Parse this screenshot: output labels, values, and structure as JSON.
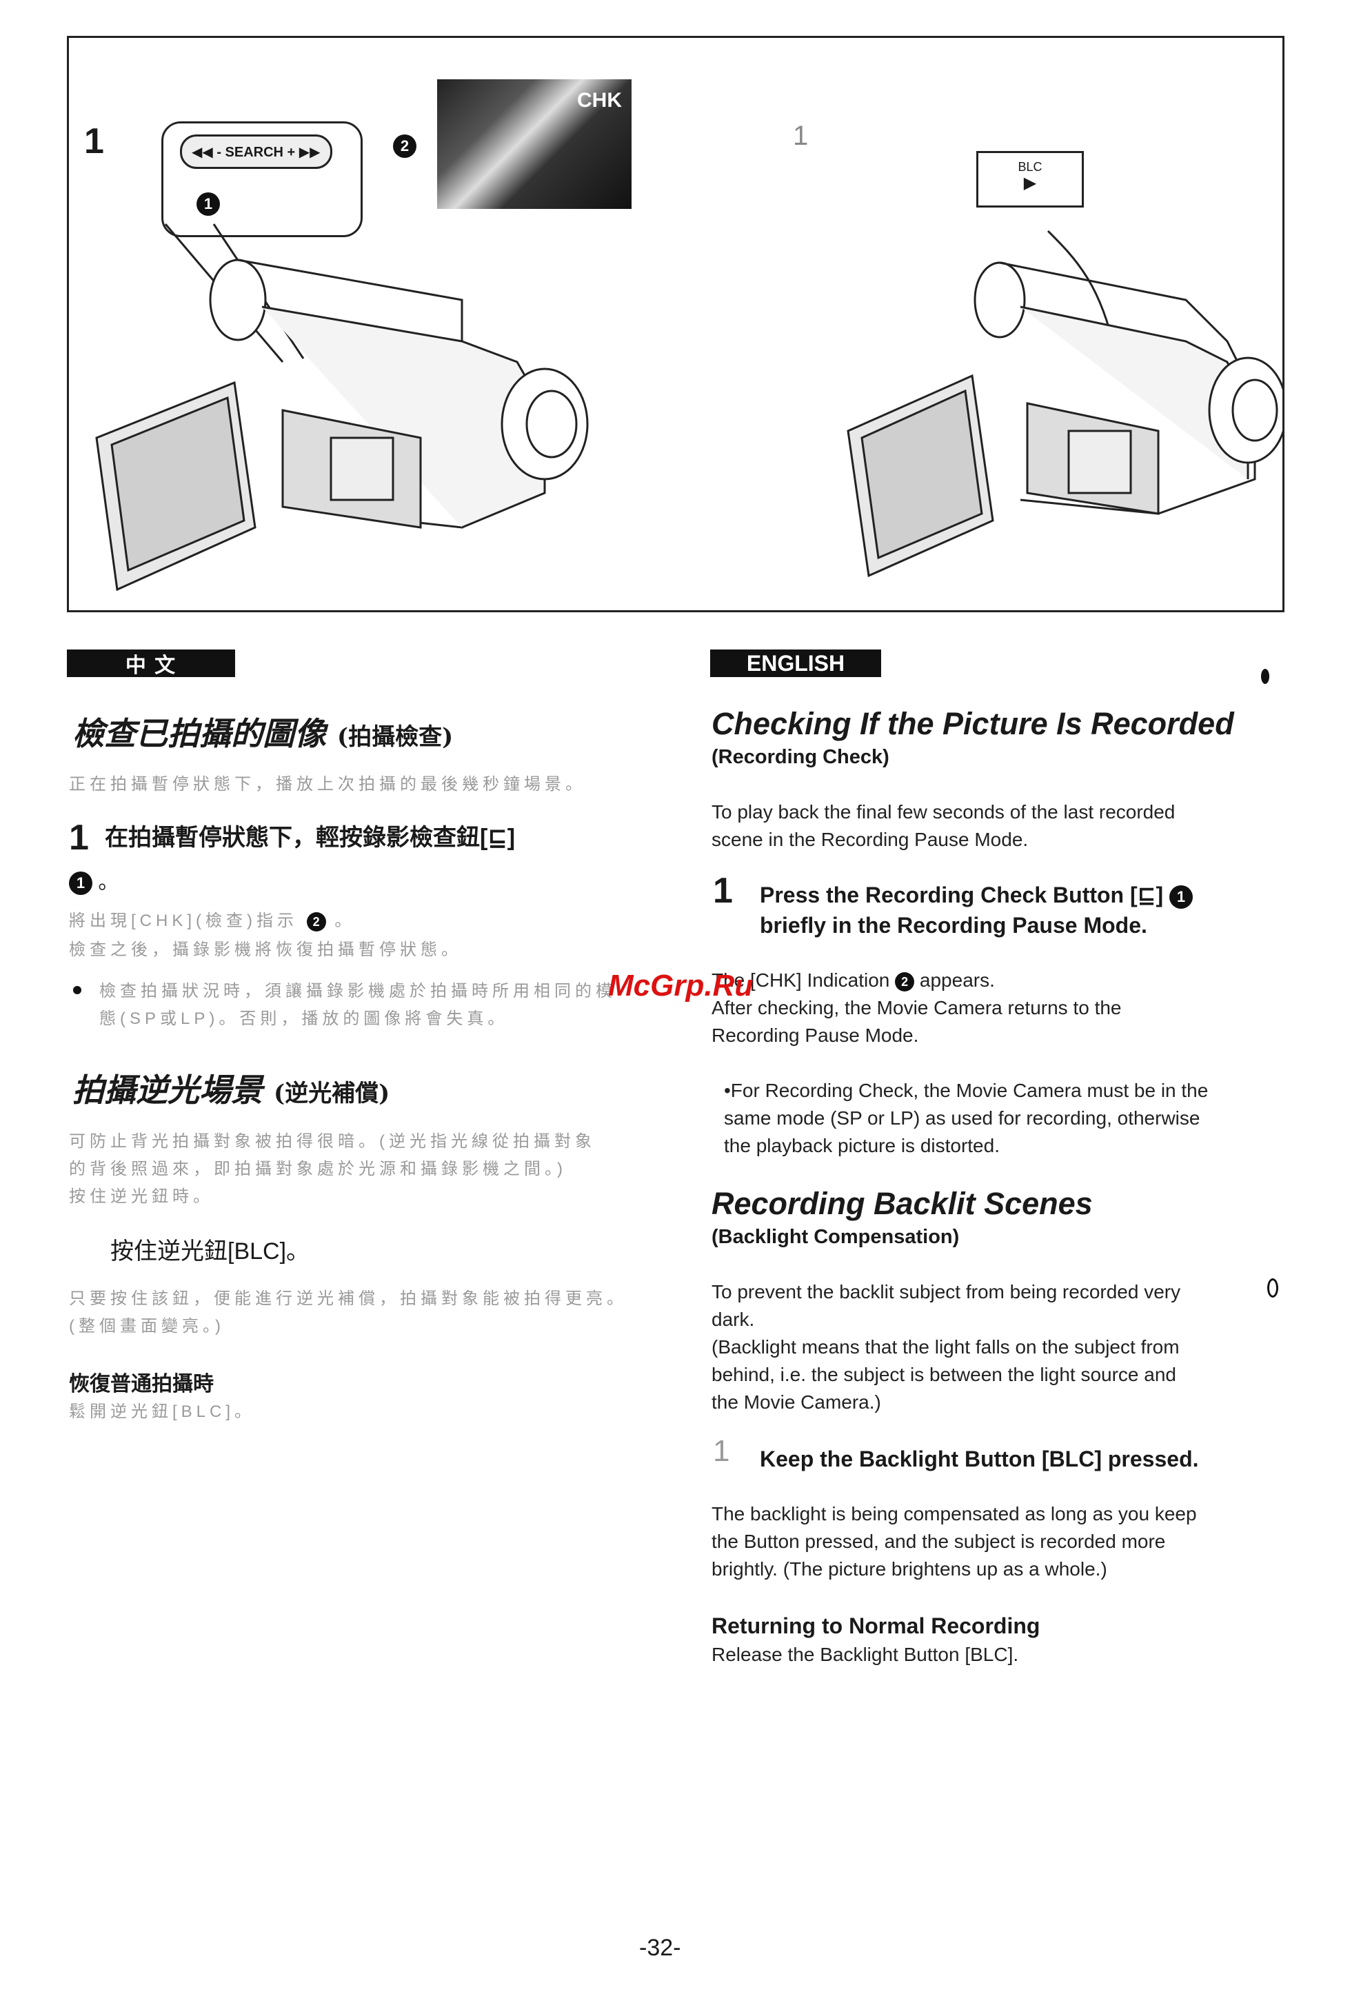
{
  "figure": {
    "left_step_number": "1",
    "right_step_number": "1",
    "search_label": "◀◀ - SEARCH + ▶▶",
    "callout_1": "1",
    "callout_2": "2",
    "chk_label": "CHK",
    "blc_label": "BLC",
    "blc_arrow": "▶"
  },
  "chinese": {
    "header": "中  文",
    "title": "檢查已拍攝的圖像",
    "title_sub": "(拍攝檢查)",
    "intro_faint": "正在拍攝暫停狀態下，播放上次拍攝的最後幾秒鐘場景。",
    "step1_number": "1",
    "step1_text": "在拍攝暫停狀態下，輕按錄影檢查鈕[⊑]",
    "step1_callout": "1",
    "step1_tail": "。",
    "after_faint_1": "將出現[CHK](檢查)指示",
    "after_callout": "2",
    "after_faint_1_tail": "。",
    "after_faint_2": "檢查之後，攝錄影機將恢復拍攝暫停狀態。",
    "bullet_faint_1": "檢查拍攝狀況時，須讓攝錄影機處於拍攝時所用相同的模",
    "bullet_faint_2": "態(SP或LP)。否則，播放的圖像將會失真。",
    "section2_title": "拍攝逆光場景",
    "section2_sub": "(逆光補償)",
    "s2_faint_1": "可防止背光拍攝對象被拍得很暗。(逆光指光線從拍攝對象",
    "s2_faint_2": "的背後照過來，即拍攝對象處於光源和攝錄影機之間。)",
    "s2_faint_3": "按住逆光鈕時。",
    "s2_step": "按住逆光鈕[BLC]。",
    "s2_after_faint_1": "只要按住該鈕，便能進行逆光補償，拍攝對象能被拍得更亮。",
    "s2_after_faint_2": "(整個畫面變亮。)",
    "restore_heading": "恢復普通拍攝時",
    "restore_faint": "鬆開逆光鈕[BLC]。"
  },
  "english": {
    "header": "ENGLISH",
    "title": "Checking If the Picture Is Recorded",
    "subtitle": "(Recording Check)",
    "intro_1": "To play back the final few seconds of the last recorded",
    "intro_2": "scene in the Recording Pause Mode.",
    "step1_number": "1",
    "step1_line1": "Press the Recording Check Button [⊑]",
    "step1_callout": "1",
    "step1_line2": "briefly in the Recording Pause Mode.",
    "after_1a": "The [CHK] Indication",
    "after_callout": "2",
    "after_1b": "appears.",
    "after_2": "After checking, the Movie Camera returns to the",
    "after_3": "Recording Pause Mode.",
    "bullet_1": "•For Recording Check, the Movie Camera must be in the",
    "bullet_2": "same mode (SP or LP) as used for recording, otherwise",
    "bullet_3": "the playback picture is distorted.",
    "section2_title": "Recording Backlit Scenes",
    "section2_sub": "(Backlight Compensation)",
    "s2_1": "To prevent the backlit subject from being recorded very",
    "s2_2": "dark.",
    "s2_3": "(Backlight means that the light falls on the subject from",
    "s2_4": "behind, i.e. the subject is between the light source and",
    "s2_5": "the Movie Camera.)",
    "s2_step_number": "1",
    "s2_step": "Keep the Backlight Button [BLC] pressed.",
    "s2_after_1": "The backlight is being compensated as long as you keep",
    "s2_after_2": "the Button pressed, and the subject is recorded more",
    "s2_after_3": "brightly. (The picture brightens up as a whole.)",
    "restore_heading": "Returning to Normal Recording",
    "restore_text": "Release the Backlight Button [BLC]."
  },
  "watermark": "McGrp.Ru",
  "page_number": "-32-"
}
